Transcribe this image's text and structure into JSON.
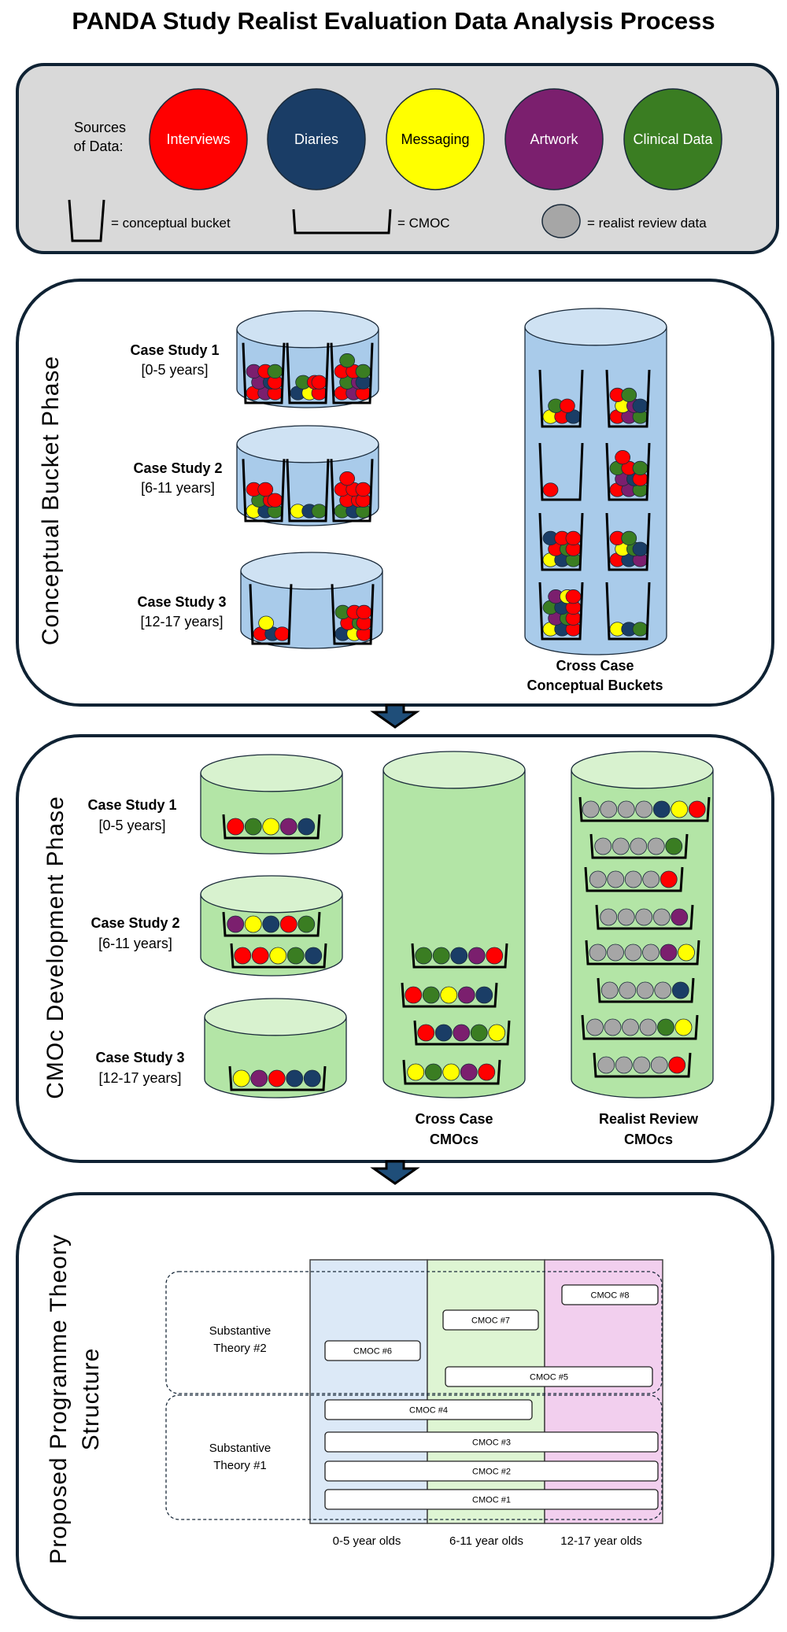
{
  "title": "PANDA Study Realist Evaluation Data Analysis Process",
  "colors": {
    "panel_border": "#0f2233",
    "legend_panel_bg": "#d9d9d9",
    "blue_cylinder": "#a9cbea",
    "blue_cylinder_top": "#cfe2f3",
    "green_cylinder": "#b3e5a6",
    "green_cylinder_top": "#d8f2cf",
    "arrow": "#1f4e79",
    "col_0_5": "#dce9f7",
    "col_6_11": "#def5d3",
    "col_12_17": "#f2cfee"
  },
  "ball_colors": {
    "R": "#ff0000",
    "B": "#1a3d66",
    "Y": "#ffff00",
    "P": "#7b1f6e",
    "G": "#3a7d22",
    "X": "#a6a6a6"
  },
  "legend": {
    "sources_label_line1": "Sources",
    "sources_label_line2": "of Data:",
    "sources": [
      {
        "label": "Interviews",
        "color": "#ff0000",
        "text_color": "#ffffff"
      },
      {
        "label": "Diaries",
        "color": "#1a3d66",
        "text_color": "#ffffff"
      },
      {
        "label": "Messaging",
        "color": "#ffff00",
        "text_color": "#000000"
      },
      {
        "label": "Artwork",
        "color": "#7b1f6e",
        "text_color": "#ffffff"
      },
      {
        "label": "Clinical Data",
        "color": "#3a7d22",
        "text_color": "#ffffff"
      }
    ],
    "bucket_label": "= conceptual bucket",
    "cmoc_label": "= CMOC",
    "realist_label": "= realist review data"
  },
  "conceptual_phase": {
    "title": "Conceptual Bucket Phase",
    "case_studies": [
      {
        "name": "Case Study 1",
        "range": "[0-5 years]",
        "buckets": [
          [
            "R",
            "P",
            "R",
            "P",
            "B",
            "R",
            "P",
            "R",
            "G"
          ],
          [
            "B",
            "Y",
            "R",
            "G",
            "R",
            "R"
          ],
          [
            "R",
            "P",
            "R",
            "G",
            "P",
            "B",
            "R",
            "R",
            "G",
            "G"
          ]
        ]
      },
      {
        "name": "Case Study 2",
        "range": "[6-11 years]",
        "buckets": [
          [
            "Y",
            "B",
            "G",
            "G",
            "R",
            "R",
            "R",
            "R"
          ],
          [
            "Y",
            "B",
            "G"
          ],
          [
            "G",
            "B",
            "G",
            "R",
            "R",
            "R",
            "R",
            "R",
            "R",
            "R"
          ]
        ]
      },
      {
        "name": "Case Study 3",
        "range": "[12-17 years]",
        "buckets": [
          [
            "R",
            "B",
            "R",
            "Y"
          ],
          [
            "B",
            "Y",
            "R",
            "R",
            "G",
            "R",
            "G",
            "R",
            "R"
          ]
        ]
      }
    ],
    "cross_case": {
      "line1": "Cross Case",
      "line2": "Conceptual Buckets",
      "buckets": [
        [
          "Y",
          "R",
          "B",
          "G",
          "R"
        ],
        [
          "R",
          "P",
          "G",
          "Y",
          "P",
          "B",
          "R",
          "G"
        ],
        [
          "R"
        ],
        [
          "R",
          "P",
          "G",
          "P",
          "B",
          "R",
          "G",
          "R",
          "G",
          "R"
        ],
        [
          "Y",
          "B",
          "G",
          "R",
          "G",
          "R",
          "B",
          "R",
          "R"
        ],
        [
          "R",
          "B",
          "P",
          "Y",
          "G",
          "B",
          "R",
          "G"
        ],
        [
          "Y",
          "B",
          "R",
          "P",
          "G",
          "R",
          "G",
          "B",
          "R",
          "P",
          "Y",
          "R"
        ],
        [
          "Y",
          "B",
          "G"
        ]
      ]
    }
  },
  "cmoc_phase": {
    "title": "CMOc Development Phase",
    "case_studies": [
      {
        "name": "Case Study 1",
        "range": "[0-5 years]",
        "trays": [
          [
            "R",
            "G",
            "Y",
            "P",
            "B"
          ]
        ]
      },
      {
        "name": "Case Study 2",
        "range": "[6-11 years]",
        "trays": [
          [
            "P",
            "Y",
            "B",
            "R",
            "G"
          ],
          [
            "R",
            "R",
            "Y",
            "G",
            "B"
          ]
        ]
      },
      {
        "name": "Case Study 3",
        "range": "[12-17 years]",
        "trays": [
          [
            "Y",
            "P",
            "R",
            "B",
            "B"
          ]
        ]
      }
    ],
    "cross_case": {
      "line1": "Cross Case",
      "line2": "CMOcs",
      "trays": [
        [
          "G",
          "G",
          "B",
          "P",
          "R"
        ],
        [
          "R",
          "G",
          "Y",
          "P",
          "B"
        ],
        [
          "R",
          "B",
          "P",
          "G",
          "Y"
        ],
        [
          "Y",
          "G",
          "Y",
          "P",
          "R"
        ]
      ]
    },
    "realist_review": {
      "line1": "Realist Review",
      "line2": "CMOcs",
      "trays": [
        [
          "X",
          "X",
          "X",
          "X",
          "B",
          "Y",
          "R"
        ],
        [
          "X",
          "X",
          "X",
          "X",
          "G"
        ],
        [
          "X",
          "X",
          "X",
          "X",
          "R"
        ],
        [
          "X",
          "X",
          "X",
          "X",
          "P"
        ],
        [
          "X",
          "X",
          "X",
          "X",
          "P",
          "Y"
        ],
        [
          "X",
          "X",
          "X",
          "X",
          "B"
        ],
        [
          "X",
          "X",
          "X",
          "X",
          "G",
          "Y"
        ],
        [
          "X",
          "X",
          "X",
          "X",
          "R"
        ]
      ]
    }
  },
  "programme_theory": {
    "title_line1": "Proposed Programme Theory",
    "title_line2": "Structure",
    "age_groups": [
      "0-5 year olds",
      "6-11 year olds",
      "12-17 year olds"
    ],
    "theories": [
      {
        "label_line1": "Substantive",
        "label_line2": "Theory  #2"
      },
      {
        "label_line1": "Substantive",
        "label_line2": "Theory  #1"
      }
    ],
    "cmocs": [
      {
        "label": "CMOC #8",
        "theory": 2,
        "age_groups": [
          "12-17"
        ]
      },
      {
        "label": "CMOC #7",
        "theory": 2,
        "age_groups": [
          "6-11"
        ]
      },
      {
        "label": "CMOC #6",
        "theory": 2,
        "age_groups": [
          "0-5"
        ]
      },
      {
        "label": "CMOC #5",
        "theory": 2,
        "age_groups": [
          "6-11",
          "12-17"
        ]
      },
      {
        "label": "CMOC #4",
        "theory": 1,
        "age_groups": [
          "0-5",
          "6-11"
        ]
      },
      {
        "label": "CMOC #3",
        "theory": 1,
        "age_groups": [
          "0-5",
          "6-11",
          "12-17"
        ]
      },
      {
        "label": "CMOC #2",
        "theory": 1,
        "age_groups": [
          "0-5",
          "6-11",
          "12-17"
        ]
      },
      {
        "label": "CMOC #1",
        "theory": 1,
        "age_groups": [
          "0-5",
          "6-11",
          "12-17"
        ]
      }
    ]
  }
}
